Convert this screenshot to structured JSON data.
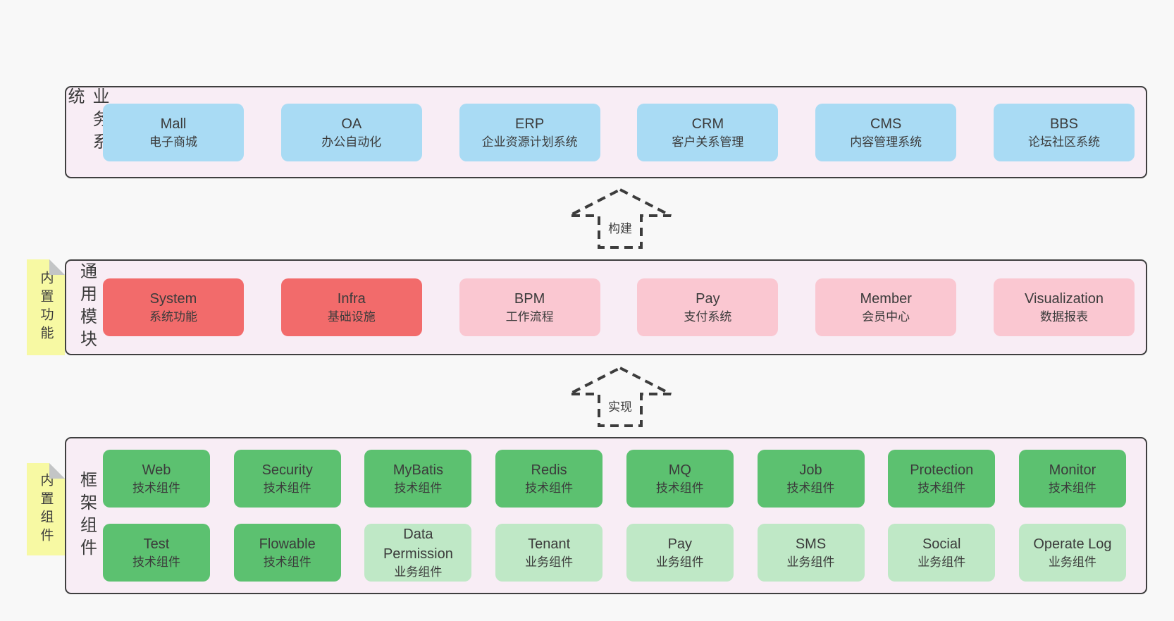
{
  "colors": {
    "page_bg": "#f8f8f8",
    "layer_bg": "#f8edf5",
    "layer_border": "#3f3f3f",
    "box_text": "#3b3b3b",
    "sticky_bg": "#f7f9a3",
    "sticky_fold": "#c3c5c6",
    "arrow_stroke": "#3c3c3c",
    "variants": {
      "blue": "#a9dbf4",
      "red": "#f26b6b",
      "pink": "#fac7d1",
      "green": "#5cc170",
      "lightgreen": "#bfe8c6"
    }
  },
  "layers": [
    {
      "label": "业务系统",
      "sticky": null,
      "rows": [
        [
          {
            "name": "Mall",
            "subtitle": "电子商城",
            "variant": "blue"
          },
          {
            "name": "OA",
            "subtitle": "办公自动化",
            "variant": "blue"
          },
          {
            "name": "ERP",
            "subtitle": "企业资源计划系统",
            "variant": "blue"
          },
          {
            "name": "CRM",
            "subtitle": "客户关系管理",
            "variant": "blue"
          },
          {
            "name": "CMS",
            "subtitle": "内容管理系统",
            "variant": "blue"
          },
          {
            "name": "BBS",
            "subtitle": "论坛社区系统",
            "variant": "blue"
          }
        ]
      ]
    },
    {
      "label": "通用模块",
      "sticky": "内置功能",
      "rows": [
        [
          {
            "name": "System",
            "subtitle": "系统功能",
            "variant": "red"
          },
          {
            "name": "Infra",
            "subtitle": "基础设施",
            "variant": "red"
          },
          {
            "name": "BPM",
            "subtitle": "工作流程",
            "variant": "pink"
          },
          {
            "name": "Pay",
            "subtitle": "支付系统",
            "variant": "pink"
          },
          {
            "name": "Member",
            "subtitle": "会员中心",
            "variant": "pink"
          },
          {
            "name": "Visualization",
            "subtitle": "数据报表",
            "variant": "pink"
          }
        ]
      ]
    },
    {
      "label": "框架组件",
      "sticky": "内置组件",
      "rows": [
        [
          {
            "name": "Web",
            "subtitle": "技术组件",
            "variant": "green"
          },
          {
            "name": "Security",
            "subtitle": "技术组件",
            "variant": "green"
          },
          {
            "name": "MyBatis",
            "subtitle": "技术组件",
            "variant": "green"
          },
          {
            "name": "Redis",
            "subtitle": "技术组件",
            "variant": "green"
          },
          {
            "name": "MQ",
            "subtitle": "技术组件",
            "variant": "green"
          },
          {
            "name": "Job",
            "subtitle": "技术组件",
            "variant": "green"
          },
          {
            "name": "Protection",
            "subtitle": "技术组件",
            "variant": "green"
          },
          {
            "name": "Monitor",
            "subtitle": "技术组件",
            "variant": "green"
          }
        ],
        [
          {
            "name": "Test",
            "subtitle": "技术组件",
            "variant": "green"
          },
          {
            "name": "Flowable",
            "subtitle": "技术组件",
            "variant": "green"
          },
          {
            "name": "Data Permission",
            "subtitle": "业务组件",
            "variant": "lightgreen"
          },
          {
            "name": "Tenant",
            "subtitle": "业务组件",
            "variant": "lightgreen"
          },
          {
            "name": "Pay",
            "subtitle": "业务组件",
            "variant": "lightgreen"
          },
          {
            "name": "SMS",
            "subtitle": "业务组件",
            "variant": "lightgreen"
          },
          {
            "name": "Social",
            "subtitle": "业务组件",
            "variant": "lightgreen"
          },
          {
            "name": "Operate Log",
            "subtitle": "业务组件",
            "variant": "lightgreen"
          }
        ]
      ]
    }
  ],
  "arrows": [
    {
      "label": "构建",
      "direction": "up"
    },
    {
      "label": "实现",
      "direction": "up"
    }
  ]
}
